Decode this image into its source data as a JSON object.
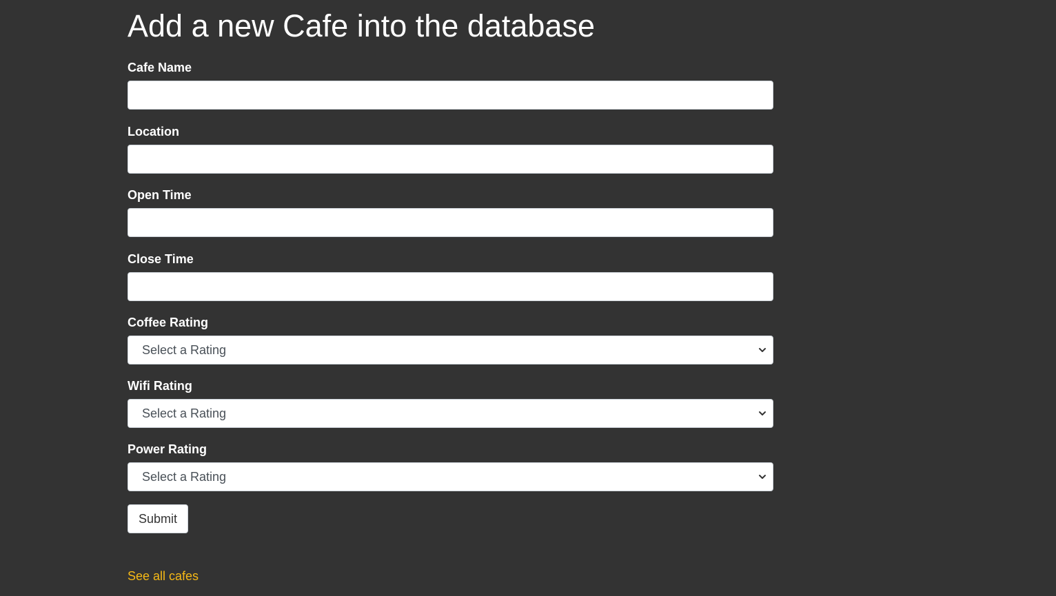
{
  "page": {
    "title": "Add a new Cafe into the database"
  },
  "form": {
    "fields": [
      {
        "label": "Cafe Name",
        "type": "text",
        "value": ""
      },
      {
        "label": "Location",
        "type": "text",
        "value": ""
      },
      {
        "label": "Open Time",
        "type": "text",
        "value": ""
      },
      {
        "label": "Close Time",
        "type": "text",
        "value": ""
      },
      {
        "label": "Coffee Rating",
        "type": "select",
        "selected": "Select a Rating"
      },
      {
        "label": "Wifi Rating",
        "type": "select",
        "selected": "Select a Rating"
      },
      {
        "label": "Power Rating",
        "type": "select",
        "selected": "Select a Rating"
      }
    ],
    "submit_label": "Submit"
  },
  "footer": {
    "link_text": "See all cafes"
  },
  "colors": {
    "background": "#333333",
    "text": "#ffffff",
    "link": "#f6b916"
  },
  "icons": {
    "select_chevron": "chevron-down-icon"
  }
}
